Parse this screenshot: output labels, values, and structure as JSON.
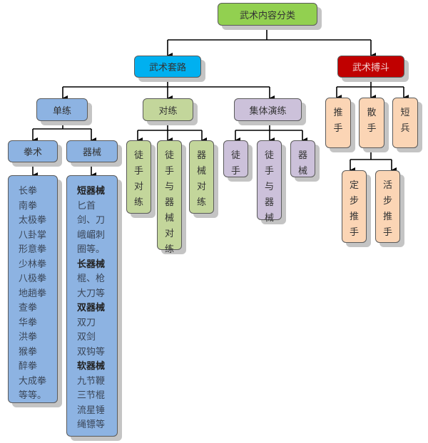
{
  "diagram": {
    "root": "武术内容分类",
    "level1": {
      "taolu": "武术套路",
      "boudou": "武术搏斗"
    },
    "taolu_children": {
      "danlian": "单练",
      "duilian": "对练",
      "jiti": "集体演练"
    },
    "danlian_children": {
      "quanshu": "拳术",
      "qixie": "器械"
    },
    "quanshu_list": [
      "长拳",
      "南拳",
      "太极拳",
      "八卦掌",
      "形意拳",
      "少林拳",
      "八极拳",
      "地趟拳",
      "查拳",
      "华拳",
      "洪拳",
      "猴拳",
      "醉拳",
      "大成拳",
      "等等。"
    ],
    "qixie_list": [
      {
        "text": "短器械",
        "bold": true
      },
      {
        "text": "匕首",
        "bold": false
      },
      {
        "text": "剑、刀",
        "bold": false
      },
      {
        "text": "峨嵋刺",
        "bold": false
      },
      {
        "text": "圈等。",
        "bold": false
      },
      {
        "text": "长器械",
        "bold": true
      },
      {
        "text": "棍、枪",
        "bold": false
      },
      {
        "text": "大刀等",
        "bold": false
      },
      {
        "text": "双器械",
        "bold": true
      },
      {
        "text": "双刀",
        "bold": false
      },
      {
        "text": "双剑",
        "bold": false
      },
      {
        "text": "双钩等",
        "bold": false
      },
      {
        "text": "软器械",
        "bold": true
      },
      {
        "text": "九节鞭",
        "bold": false
      },
      {
        "text": "三节棍",
        "bold": false
      },
      {
        "text": "流星锤",
        "bold": false
      },
      {
        "text": "绳镖等",
        "bold": false
      }
    ],
    "duilian_children": [
      "徒手对练",
      "徒手与器械对练",
      "器械对练"
    ],
    "jiti_children": [
      "徒手",
      "徒手与器械",
      "器械"
    ],
    "boudou_children": [
      "推手",
      "散手",
      "短兵"
    ],
    "tuishou_children": [
      "定步推手",
      "活步推手"
    ],
    "colors": {
      "root": "#92d050",
      "taolu": "#00b0f0",
      "boudou": "#c00000",
      "danlian": "#8db3e2",
      "duilian": "#c3d69b",
      "jiti": "#ccc1da",
      "boudou_sub": "#fbd5b5"
    }
  }
}
